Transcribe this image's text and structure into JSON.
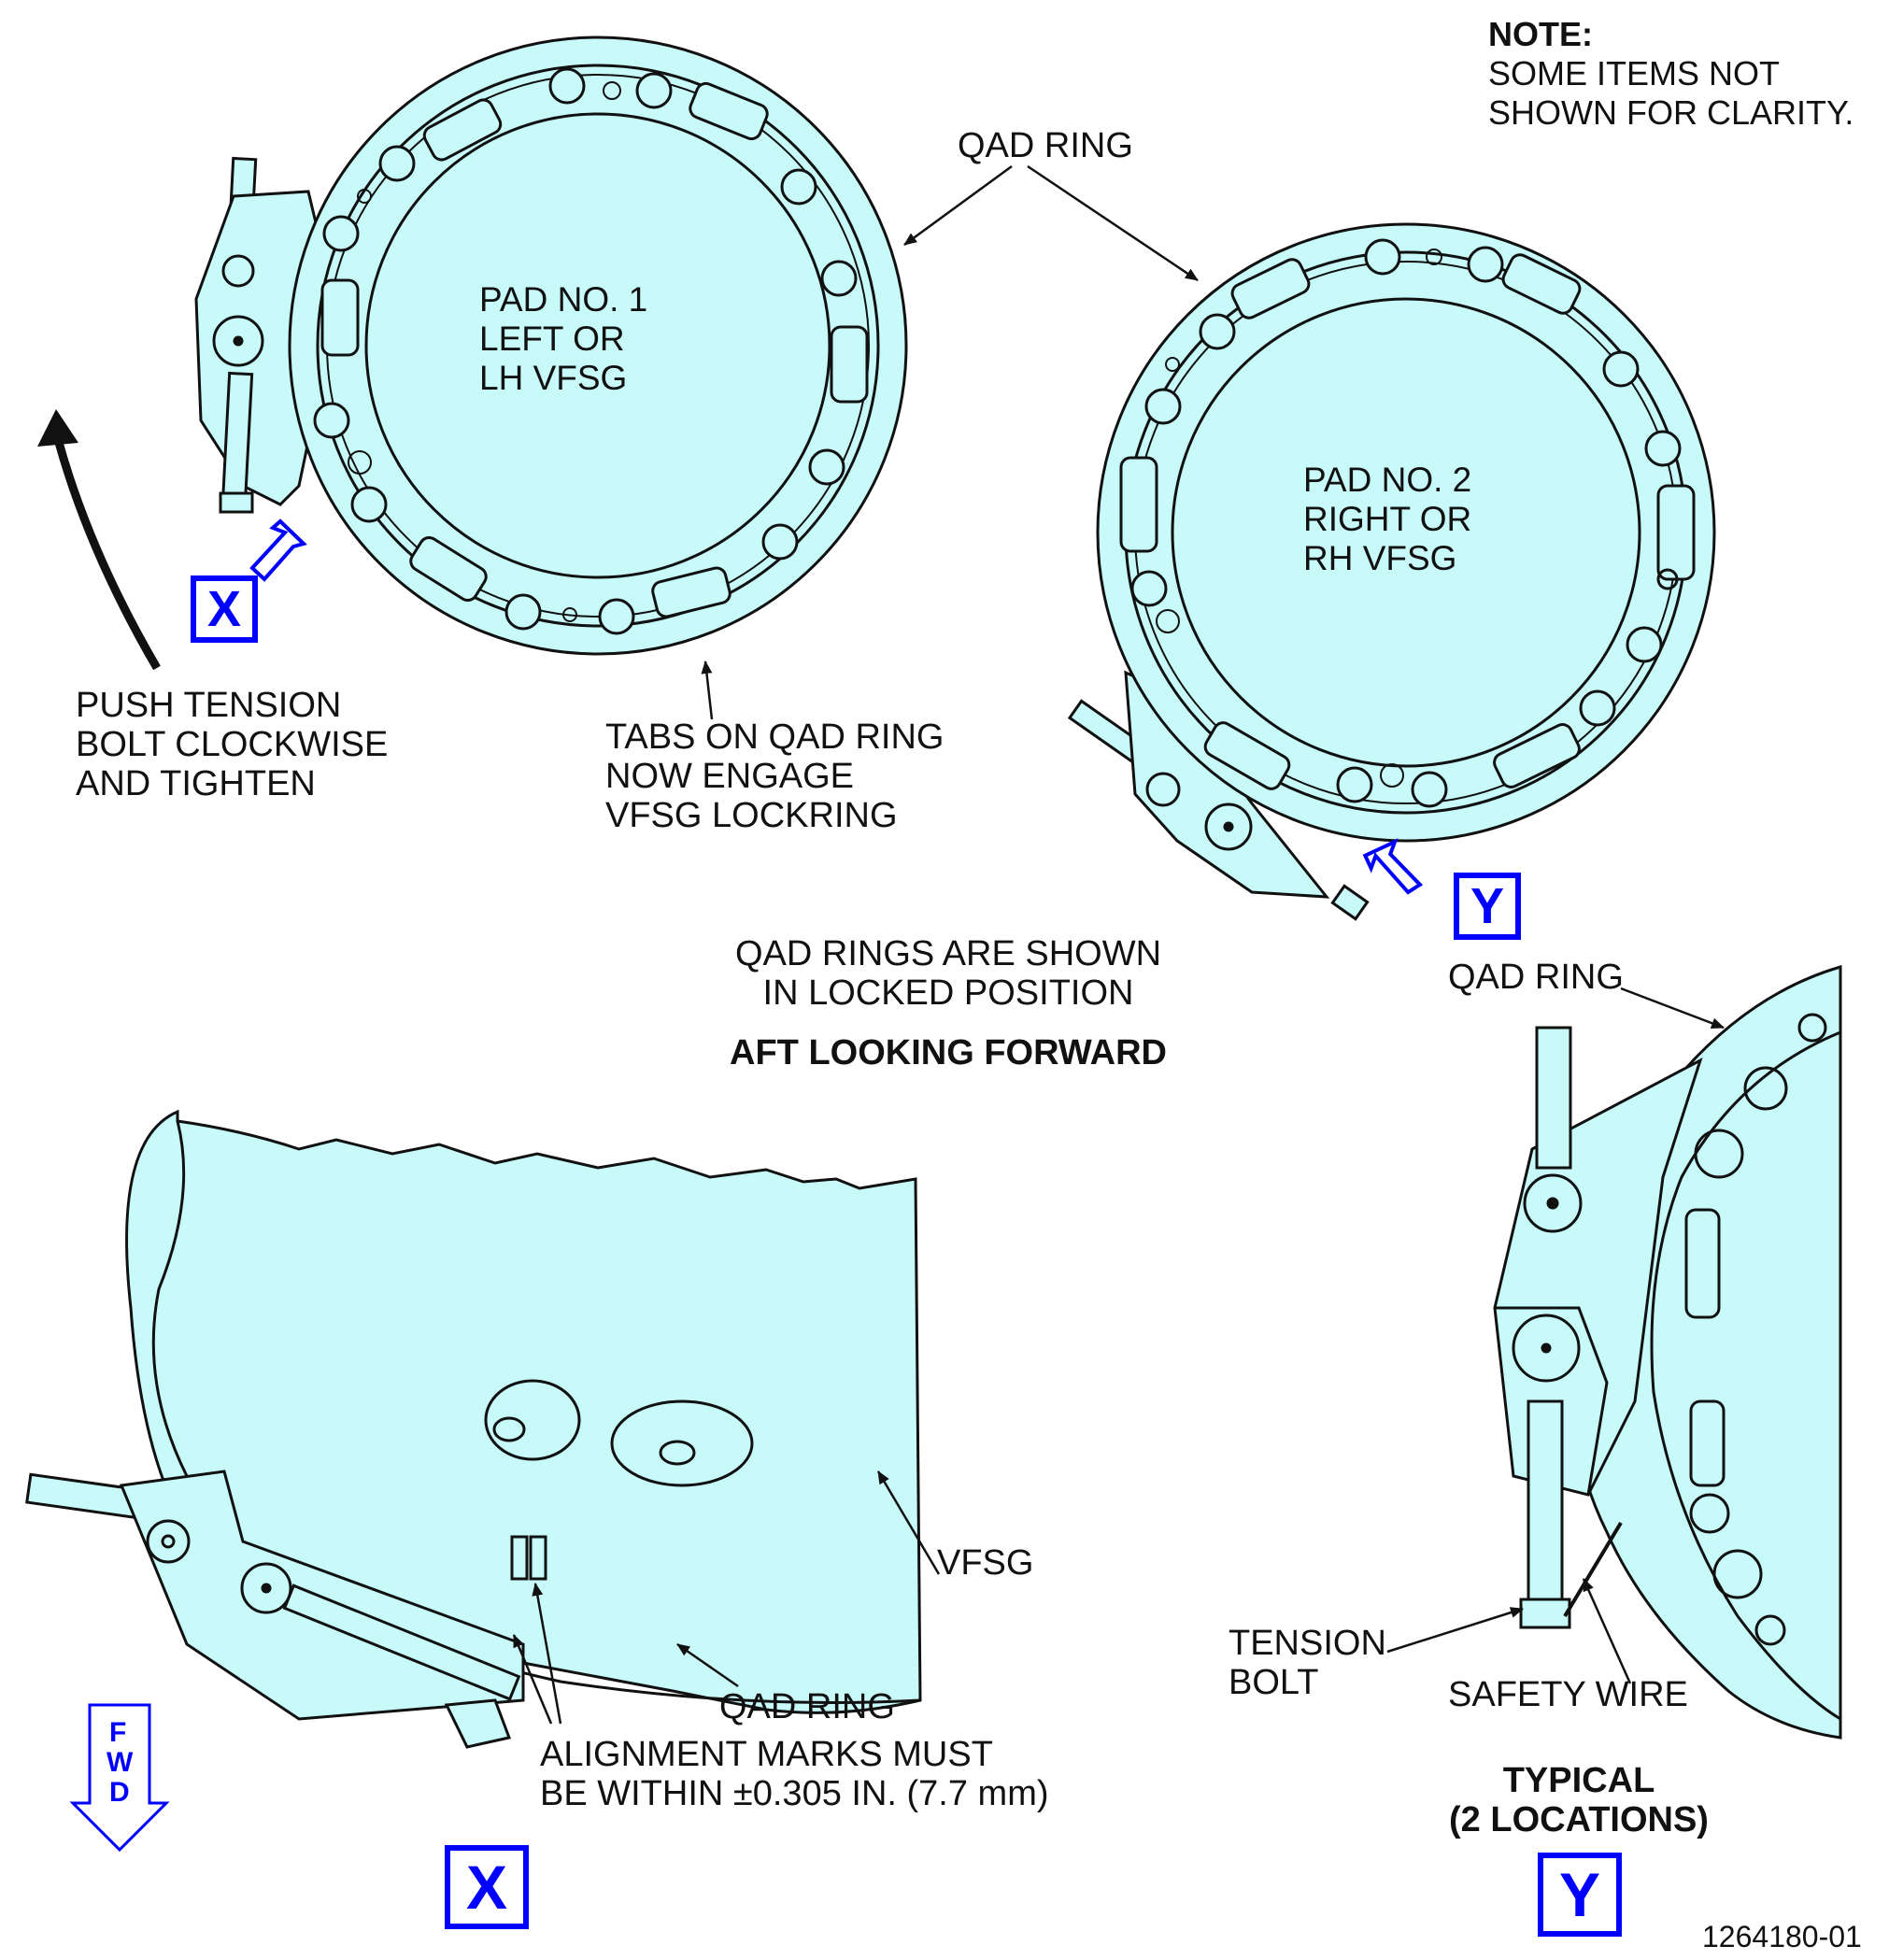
{
  "colors": {
    "part_fill": "#c8fafa",
    "line": "#111111",
    "callout_blue": "#0000ff"
  },
  "note": {
    "title": "NOTE:",
    "lines": "SOME ITEMS NOT\nSHOWN FOR CLARITY."
  },
  "labels": {
    "qad_ring_top": "QAD RING",
    "pad1": "PAD NO. 1\nLEFT OR\nLH VFSG",
    "pad2": "PAD NO. 2\nRIGHT OR\nRH VFSG",
    "push_tension": "PUSH TENSION\nBOLT CLOCKWISE\nAND TIGHTEN",
    "tabs": "TABS ON QAD RING\nNOW ENGAGE\nVFSG LOCKRING",
    "qad_rings_shown": "QAD RINGS ARE SHOWN\nIN LOCKED POSITION",
    "aft_looking": "AFT LOOKING FORWARD",
    "qad_ring_y": "QAD RING",
    "vfsg": "VFSG",
    "qad_ring_x": "QAD RING",
    "alignment": "ALIGNMENT MARKS MUST\nBE WITHIN ±0.305 IN. (7.7 mm)",
    "tension_bolt": "TENSION\nBOLT",
    "safety_wire": "SAFETY WIRE",
    "typical": "TYPICAL\n(2 LOCATIONS)",
    "drawing_number": "1264180-01"
  },
  "callouts": {
    "x_small": "X",
    "y_small": "Y",
    "x_view": "X",
    "y_view": "Y"
  },
  "fwd": {
    "letters": [
      "F",
      "W",
      "D"
    ]
  }
}
